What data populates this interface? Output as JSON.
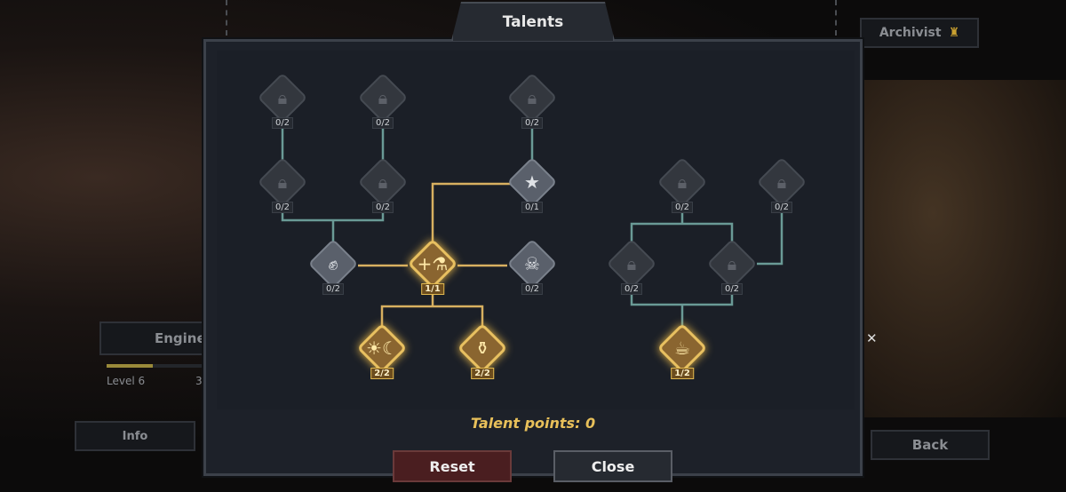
{
  "title": "Talents",
  "background": {
    "top_right_label": "Archivist",
    "class_name": "Enginee",
    "level": "Level 6",
    "level_extra": "3",
    "info": "Info",
    "back": "Back",
    "close_x": "✕"
  },
  "nodes": [
    {
      "id": "n1",
      "state": "locked",
      "icon": "lock-icon",
      "count": "0/2"
    },
    {
      "id": "n2",
      "state": "locked",
      "icon": "lock-icon",
      "count": "0/2"
    },
    {
      "id": "n3",
      "state": "locked",
      "icon": "lock-icon",
      "count": "0/2"
    },
    {
      "id": "n4",
      "state": "locked",
      "icon": "lock-icon",
      "count": "0/2"
    },
    {
      "id": "n5",
      "state": "locked",
      "icon": "lock-icon",
      "count": "0/2"
    },
    {
      "id": "n6",
      "state": "open",
      "icon": "star-laurel-icon",
      "count": "0/1"
    },
    {
      "id": "n7",
      "state": "locked",
      "icon": "lock-icon",
      "count": "0/2"
    },
    {
      "id": "n8",
      "state": "locked",
      "icon": "lock-icon",
      "count": "0/2"
    },
    {
      "id": "n9",
      "state": "open",
      "icon": "fist-icon",
      "count": "0/2"
    },
    {
      "id": "n10",
      "state": "gold",
      "icon": "potion-plus-icon",
      "count": "1/1"
    },
    {
      "id": "n11",
      "state": "open",
      "icon": "skull-laurel-icon",
      "count": "0/2"
    },
    {
      "id": "n12",
      "state": "locked",
      "icon": "lock-icon",
      "count": "0/2"
    },
    {
      "id": "n13",
      "state": "locked",
      "icon": "lock-icon",
      "count": "0/2"
    },
    {
      "id": "n14",
      "state": "gold",
      "icon": "sun-moon-icon",
      "count": "2/2"
    },
    {
      "id": "n15",
      "state": "gold",
      "icon": "potion-laurel-icon",
      "count": "2/2"
    },
    {
      "id": "n16",
      "state": "gold",
      "icon": "bread-icon",
      "count": "1/2"
    }
  ],
  "talent_points": "Talent points: 0",
  "buttons": {
    "reset": "Reset",
    "close": "Close"
  },
  "colors": {
    "gold": "#e8c05a",
    "teal": "#6a9a96",
    "panel": "#1d2129"
  }
}
